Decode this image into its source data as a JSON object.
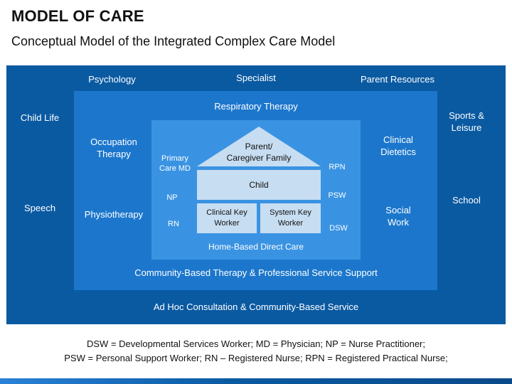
{
  "header": {
    "title": "MODEL OF CARE",
    "subtitle": "Conceptual Model of the Integrated Complex Care Model"
  },
  "outer": {
    "psychology": "Psychology",
    "specialist": "Specialist",
    "parent_resources": "Parent Resources",
    "child_life": "Child Life",
    "sports_l1": "Sports &",
    "sports_l2": "Leisure",
    "speech": "Speech",
    "school": "School",
    "bottom": "Ad Hoc Consultation & Community-Based Service"
  },
  "middle": {
    "respiratory": "Respiratory Therapy",
    "occupation_l1": "Occupation",
    "occupation_l2": "Therapy",
    "physiotherapy": "Physiotherapy",
    "clinical_l1": "Clinical",
    "clinical_l2": "Dietetics",
    "social_l1": "Social",
    "social_l2": "Work",
    "bottom": "Community-Based Therapy & Professional Service Support"
  },
  "inner": {
    "primary_l1": "Primary",
    "primary_l2": "Care MD",
    "np": "NP",
    "rn": "RN",
    "rpn": "RPN",
    "psw": "PSW",
    "dsw": "DSW",
    "bottom": "Home-Based Direct Care",
    "roof_l1": "Parent/",
    "roof_l2": "Caregiver Family",
    "child": "Child",
    "clinical_worker_l1": "Clinical Key",
    "clinical_worker_l2": "Worker",
    "system_worker_l1": "System Key",
    "system_worker_l2": "Worker"
  },
  "footnote": {
    "line1": "DSW = Developmental Services Worker; MD = Physician; NP = Nurse Practitioner;",
    "line2": "PSW = Personal Support Worker; RN – Registered Nurse; RPN = Registered  Practical Nurse;"
  },
  "colors": {
    "outer": "#0a5aa2",
    "middle": "#1c77cc",
    "inner": "#3a93e2",
    "house": "#c7ddf1"
  }
}
